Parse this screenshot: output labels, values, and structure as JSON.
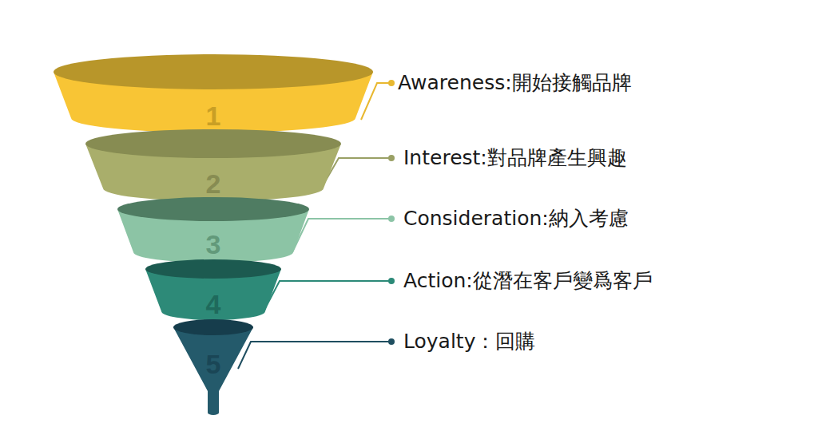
{
  "diagram": {
    "nodes": [
      {
        "text": [
          "1"
        ]
      },
      {
        "text": [
          "2"
        ]
      },
      {
        "text": [
          "3"
        ]
      },
      {
        "text": [
          "4"
        ]
      },
      {
        "text": [
          "5"
        ]
      }
    ],
    "labels": [
      "Awareness:開始接觸品牌",
      "Interest:對品牌產生興趣",
      "Consideration:納入考慮",
      "Action:從潛在客戶變爲客戶",
      "Loyalty：回購"
    ]
  }
}
